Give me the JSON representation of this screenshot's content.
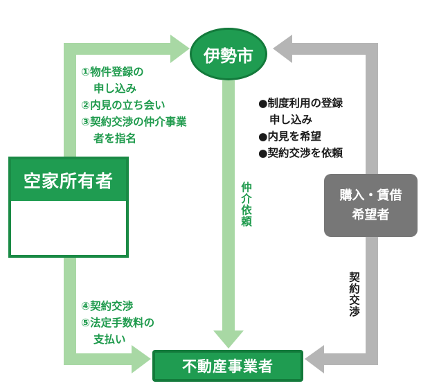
{
  "nodes": {
    "ise_city": "伊勢市",
    "owner": "空家所有者",
    "buyer_line1": "購入・賃借",
    "buyer_line2": "希望者",
    "realtor": "不動産事業者"
  },
  "owner_to_city_steps": [
    "①物件登録の",
    "申し込み",
    "②内見の立ち会い",
    "③契約交渉の仲介事業",
    "者を指名"
  ],
  "buyer_to_city_steps": [
    "●制度利用の登録",
    "申し込み",
    "●内見を希望",
    "●契約交渉を依頼"
  ],
  "owner_to_realtor_steps": [
    "④契約交渉",
    "⑤法定手数料の",
    "支払い"
  ],
  "vertical_labels": {
    "mediation_request": "仲介依頼",
    "contract_negotiation": "契約交渉"
  },
  "colors": {
    "green": "#1f9c51",
    "light_green": "#a8d8a4",
    "gray": "#b5b5b5",
    "dark_gray": "#777777"
  }
}
